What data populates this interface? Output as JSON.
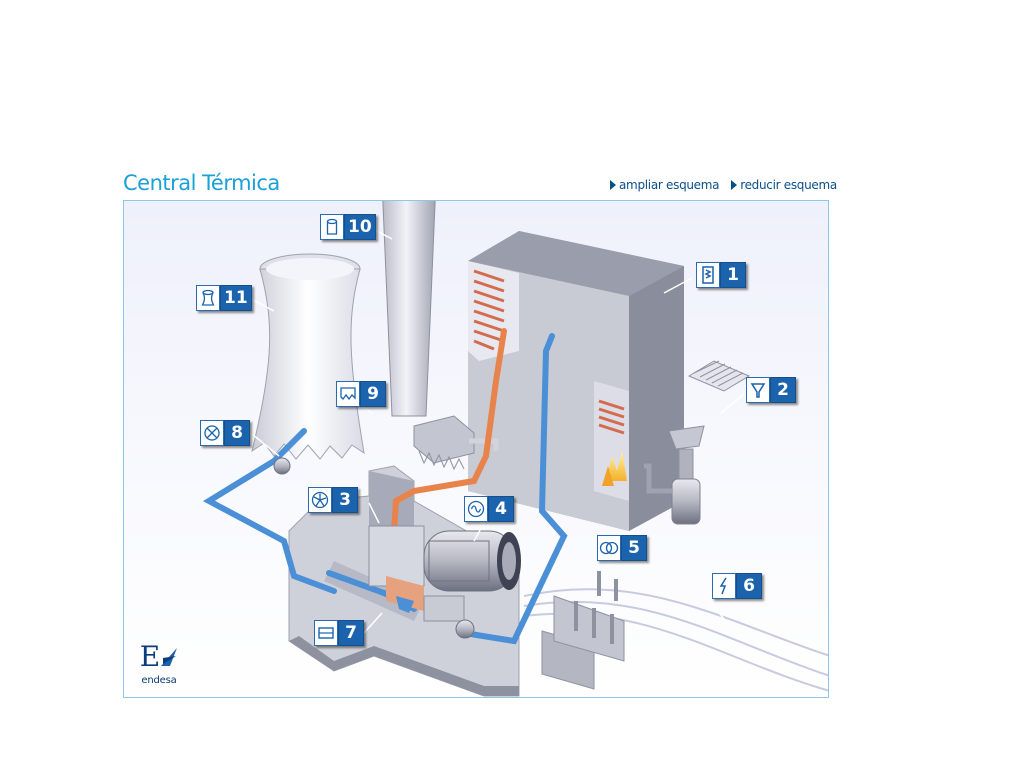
{
  "title": "Central Térmica",
  "links": {
    "enlarge": "ampliar esquema",
    "reduce": "reducir esquema"
  },
  "components": [
    {
      "number": "1",
      "icon": "boiler-icon"
    },
    {
      "number": "2",
      "icon": "hopper-icon"
    },
    {
      "number": "3",
      "icon": "turbine-icon"
    },
    {
      "number": "4",
      "icon": "generator-icon"
    },
    {
      "number": "5",
      "icon": "transformer-icon"
    },
    {
      "number": "6",
      "icon": "lightning-icon"
    },
    {
      "number": "7",
      "icon": "condenser-icon"
    },
    {
      "number": "8",
      "icon": "pump-icon"
    },
    {
      "number": "9",
      "icon": "filter-icon"
    },
    {
      "number": "10",
      "icon": "chimney-icon"
    },
    {
      "number": "11",
      "icon": "cooling-tower-icon"
    }
  ],
  "logo": {
    "text": "endesa"
  },
  "colors": {
    "title": "#1aa0d8",
    "badge": "#1b63ad",
    "hot_pipe": "#e8834b",
    "cold_pipe": "#4b8fd6"
  }
}
